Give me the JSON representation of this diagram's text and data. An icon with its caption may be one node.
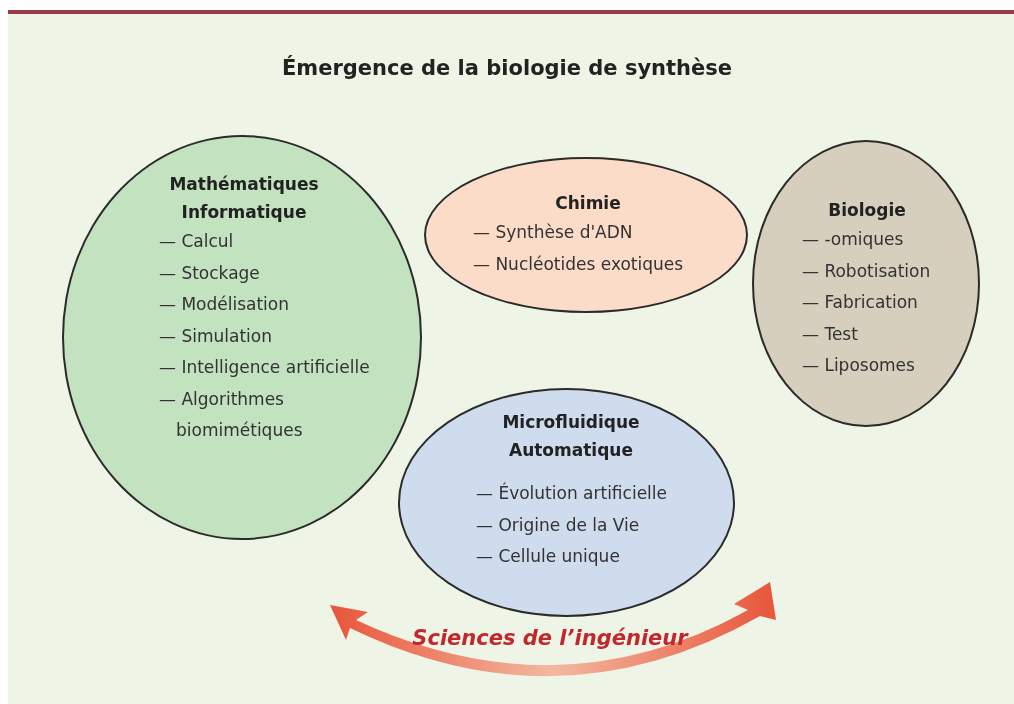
{
  "diagram": {
    "title": "Émergence de la biologie de synthèse",
    "nodes": [
      {
        "text": [
          "Mathématiques Informatique",
          "— Calcul",
          "— Stockage",
          "— Modélisation",
          "— Simulation",
          "— Intelligence artificielle",
          "— Algorithmes biomimétiques"
        ]
      },
      {
        "text": [
          "Chimie",
          "— Synthèse d'ADN",
          "— Nucléotides exotiques"
        ]
      },
      {
        "text": [
          "Biologie",
          "— -omiques",
          "— Robotisation",
          "— Fabrication",
          "— Test",
          "— Liposomes"
        ]
      },
      {
        "text": [
          "Microfluidique Automatique",
          "— Évolution artificielle",
          "— Origine de la Vie",
          "— Cellule unique"
        ]
      }
    ],
    "labels": [
      "Sciences de l’ingénieur"
    ]
  }
}
